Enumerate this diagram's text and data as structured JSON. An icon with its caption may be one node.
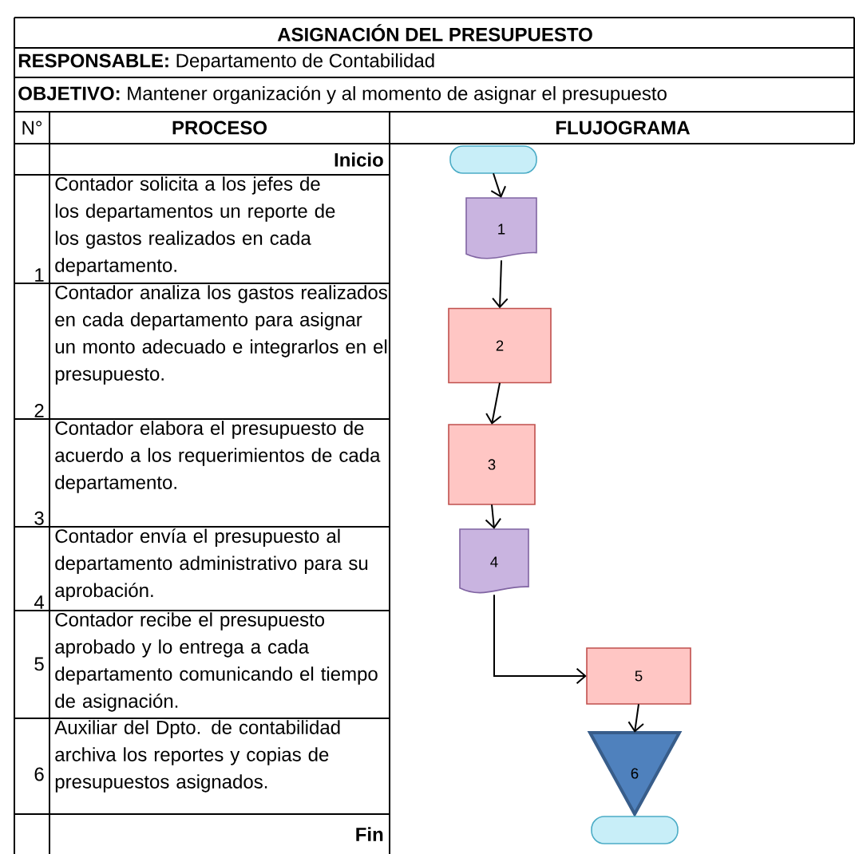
{
  "diagram": {
    "title": "ASIGNACIÓN DEL PRESUPUESTO",
    "nodes": [
      {
        "text": [],
        "shape": "terminator"
      },
      {
        "text": [
          "1"
        ]
      },
      {
        "text": [
          "2"
        ]
      },
      {
        "text": [
          "3"
        ]
      },
      {
        "text": [
          "4"
        ]
      },
      {
        "text": [
          "5"
        ]
      },
      {
        "text": [
          "6"
        ]
      },
      {
        "text": [],
        "shape": "terminator"
      }
    ],
    "edges": [
      {
        "from": 0,
        "to": 1,
        "arrow": "to"
      },
      {
        "from": 1,
        "to": 2,
        "arrow": "to"
      },
      {
        "from": 2,
        "to": 3,
        "arrow": "to"
      },
      {
        "from": 3,
        "to": 4,
        "arrow": "to"
      },
      {
        "from": 4,
        "to": 5,
        "arrow": "to"
      },
      {
        "from": 5,
        "to": 6,
        "arrow": "to"
      }
    ],
    "labels": [
      "**RESPONSABLE:** Departamento de Contabilidad",
      "**OBJETIVO:** Mantener organización y al momento de asignar el presupuesto",
      "N°",
      "PROCESO",
      "FLUJOGRAMA",
      "Inicio",
      "1",
      "Contador solicita a los jefes de los departamentos un reporte de los gastos realizados en cada departamento.",
      "2",
      "Contador analiza los gastos realizados en cada departamento para asignar un monto adecuado e integrarlos en el presupuesto.",
      "3",
      "Contador elabora el presupuesto de acuerdo a los requerimientos de cada departamento.",
      "4",
      "Contador envía el presupuesto al departamento administrativo para su aprobación.",
      "5",
      "Contador recibe el presupuesto aprobado y lo entrega a cada departamento comunicando el tiempo de asignación.",
      "6",
      "Auxiliar del Dpto. de contabilidad archiva los reportes y copias de presupuestos asignados.",
      "Fin"
    ]
  }
}
